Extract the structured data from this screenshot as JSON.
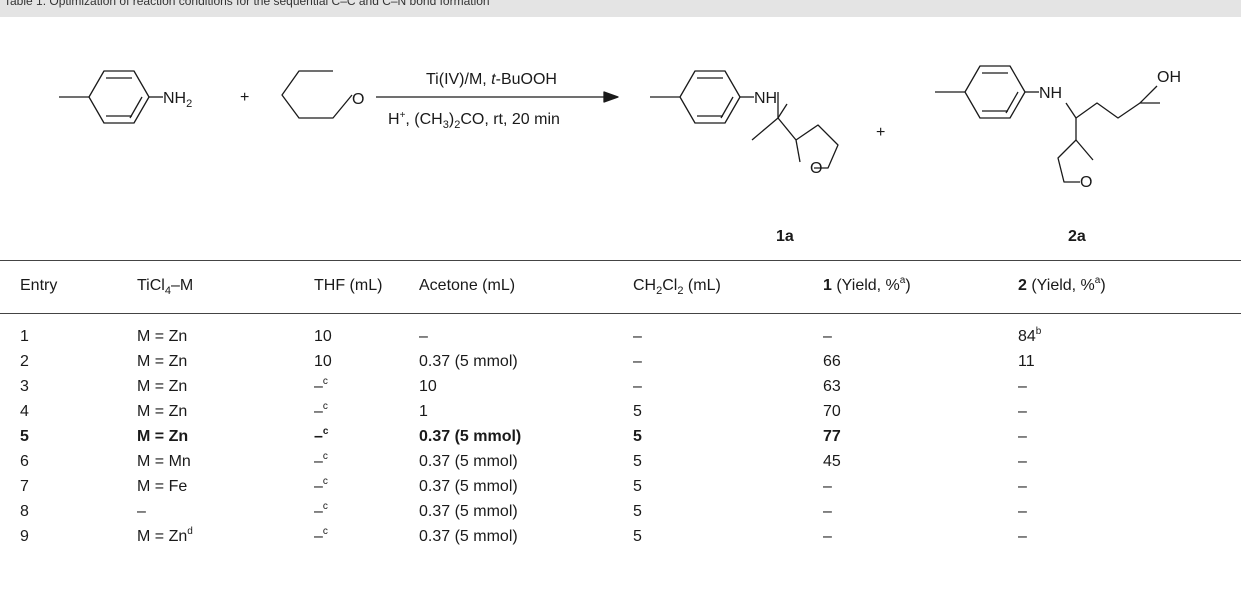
{
  "caption": "Table 1. Optimization of reaction conditions for the sequential C–C and C–N bond formation",
  "scheme": {
    "reactant1_group": "NH",
    "reactant1_sub": "2",
    "plus1": "+",
    "thf_o": "O",
    "cond1_pre": "Ti(IV)/M, ",
    "cond1_italic": "t",
    "cond1_post": "-BuOOH",
    "cond2_h": "H",
    "cond2_hsup": "+",
    "cond2_a": ", (CH",
    "cond2_sub1": "3",
    "cond2_b": ")",
    "cond2_sub2": "2",
    "cond2_c": "CO, rt, 20 min",
    "p1_nh": "NH",
    "p1_o": "O",
    "plus2": "+",
    "p2_nh": "NH",
    "p2_oh": "OH",
    "p2_o": "O",
    "label1": "1a",
    "label2": "2a"
  },
  "table": {
    "headers": {
      "entry": "Entry",
      "ticl": "TiCl",
      "ticl_sub": "4",
      "ticl_post": "–M",
      "thf": "THF (mL)",
      "acetone": "Acetone (mL)",
      "ch2cl2_pre": "CH",
      "ch2cl2_sub1": "2",
      "ch2cl2_mid": "Cl",
      "ch2cl2_sub2": "2",
      "ch2cl2_post": " (mL)",
      "y1_num": "1",
      "y1_text": " (Yield, %",
      "y1_sup": "a",
      "y1_close": ")",
      "y2_num": "2",
      "y2_text": " (Yield, %",
      "y2_sup": "a",
      "y2_close": ")"
    },
    "rows": [
      {
        "entry": "1",
        "m": "M = Zn",
        "m_sup": "",
        "thf": "10",
        "thf_sup": "",
        "acetone": "–",
        "ch2cl2": "–",
        "y1": "–",
        "y2": "84",
        "y2_sup": "b"
      },
      {
        "entry": "2",
        "m": "M = Zn",
        "m_sup": "",
        "thf": "10",
        "thf_sup": "",
        "acetone": "0.37 (5 mmol)",
        "ch2cl2": "–",
        "y1": "66",
        "y2": "11",
        "y2_sup": ""
      },
      {
        "entry": "3",
        "m": "M = Zn",
        "m_sup": "",
        "thf": "–",
        "thf_sup": "c",
        "acetone": "10",
        "ch2cl2": "–",
        "y1": "63",
        "y2": "–",
        "y2_sup": ""
      },
      {
        "entry": "4",
        "m": "M = Zn",
        "m_sup": "",
        "thf": "–",
        "thf_sup": "c",
        "acetone": "1",
        "ch2cl2": "5",
        "y1": "70",
        "y2": "–",
        "y2_sup": ""
      },
      {
        "entry": "5",
        "m": "M = Zn",
        "m_sup": "",
        "thf": "–",
        "thf_sup": "c",
        "acetone": "0.37 (5 mmol)",
        "ch2cl2": "5",
        "y1": "77",
        "y2": "–",
        "y2_sup": ""
      },
      {
        "entry": "6",
        "m": "M = Mn",
        "m_sup": "",
        "thf": "–",
        "thf_sup": "c",
        "acetone": "0.37 (5 mmol)",
        "ch2cl2": "5",
        "y1": "45",
        "y2": "–",
        "y2_sup": ""
      },
      {
        "entry": "7",
        "m": "M = Fe",
        "m_sup": "",
        "thf": "–",
        "thf_sup": "c",
        "acetone": "0.37 (5 mmol)",
        "ch2cl2": "5",
        "y1": "–",
        "y2": "–",
        "y2_sup": ""
      },
      {
        "entry": "8",
        "m": "–",
        "m_sup": "",
        "thf": "–",
        "thf_sup": "c",
        "acetone": "0.37 (5 mmol)",
        "ch2cl2": "5",
        "y1": "–",
        "y2": "–",
        "y2_sup": ""
      },
      {
        "entry": "9",
        "m": "M = Zn",
        "m_sup": "d",
        "thf": "–",
        "thf_sup": "c",
        "acetone": "0.37 (5 mmol)",
        "ch2cl2": "5",
        "y1": "–",
        "y2": "–",
        "y2_sup": ""
      }
    ]
  }
}
